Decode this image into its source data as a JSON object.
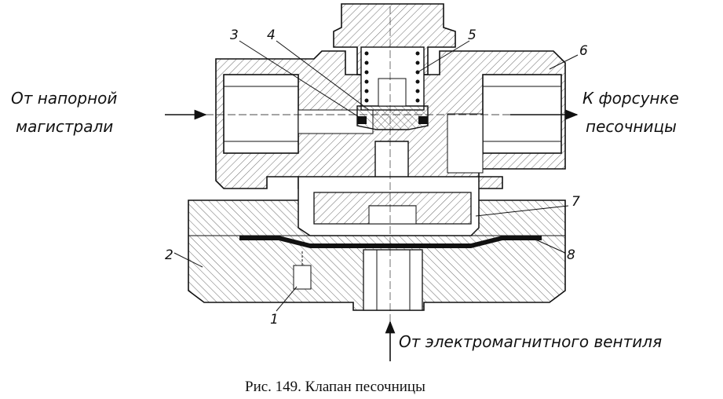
{
  "labels": {
    "inlet": [
      "От напорной",
      "магистрали"
    ],
    "outlet": [
      "К форсунке",
      "песочницы"
    ],
    "bottom_inlet": "От электромагнитного вентиля"
  },
  "part_numbers": [
    "1",
    "2",
    "3",
    "4",
    "5",
    "6",
    "7",
    "8"
  ],
  "caption": "Рис. 149. Клапан песочницы"
}
